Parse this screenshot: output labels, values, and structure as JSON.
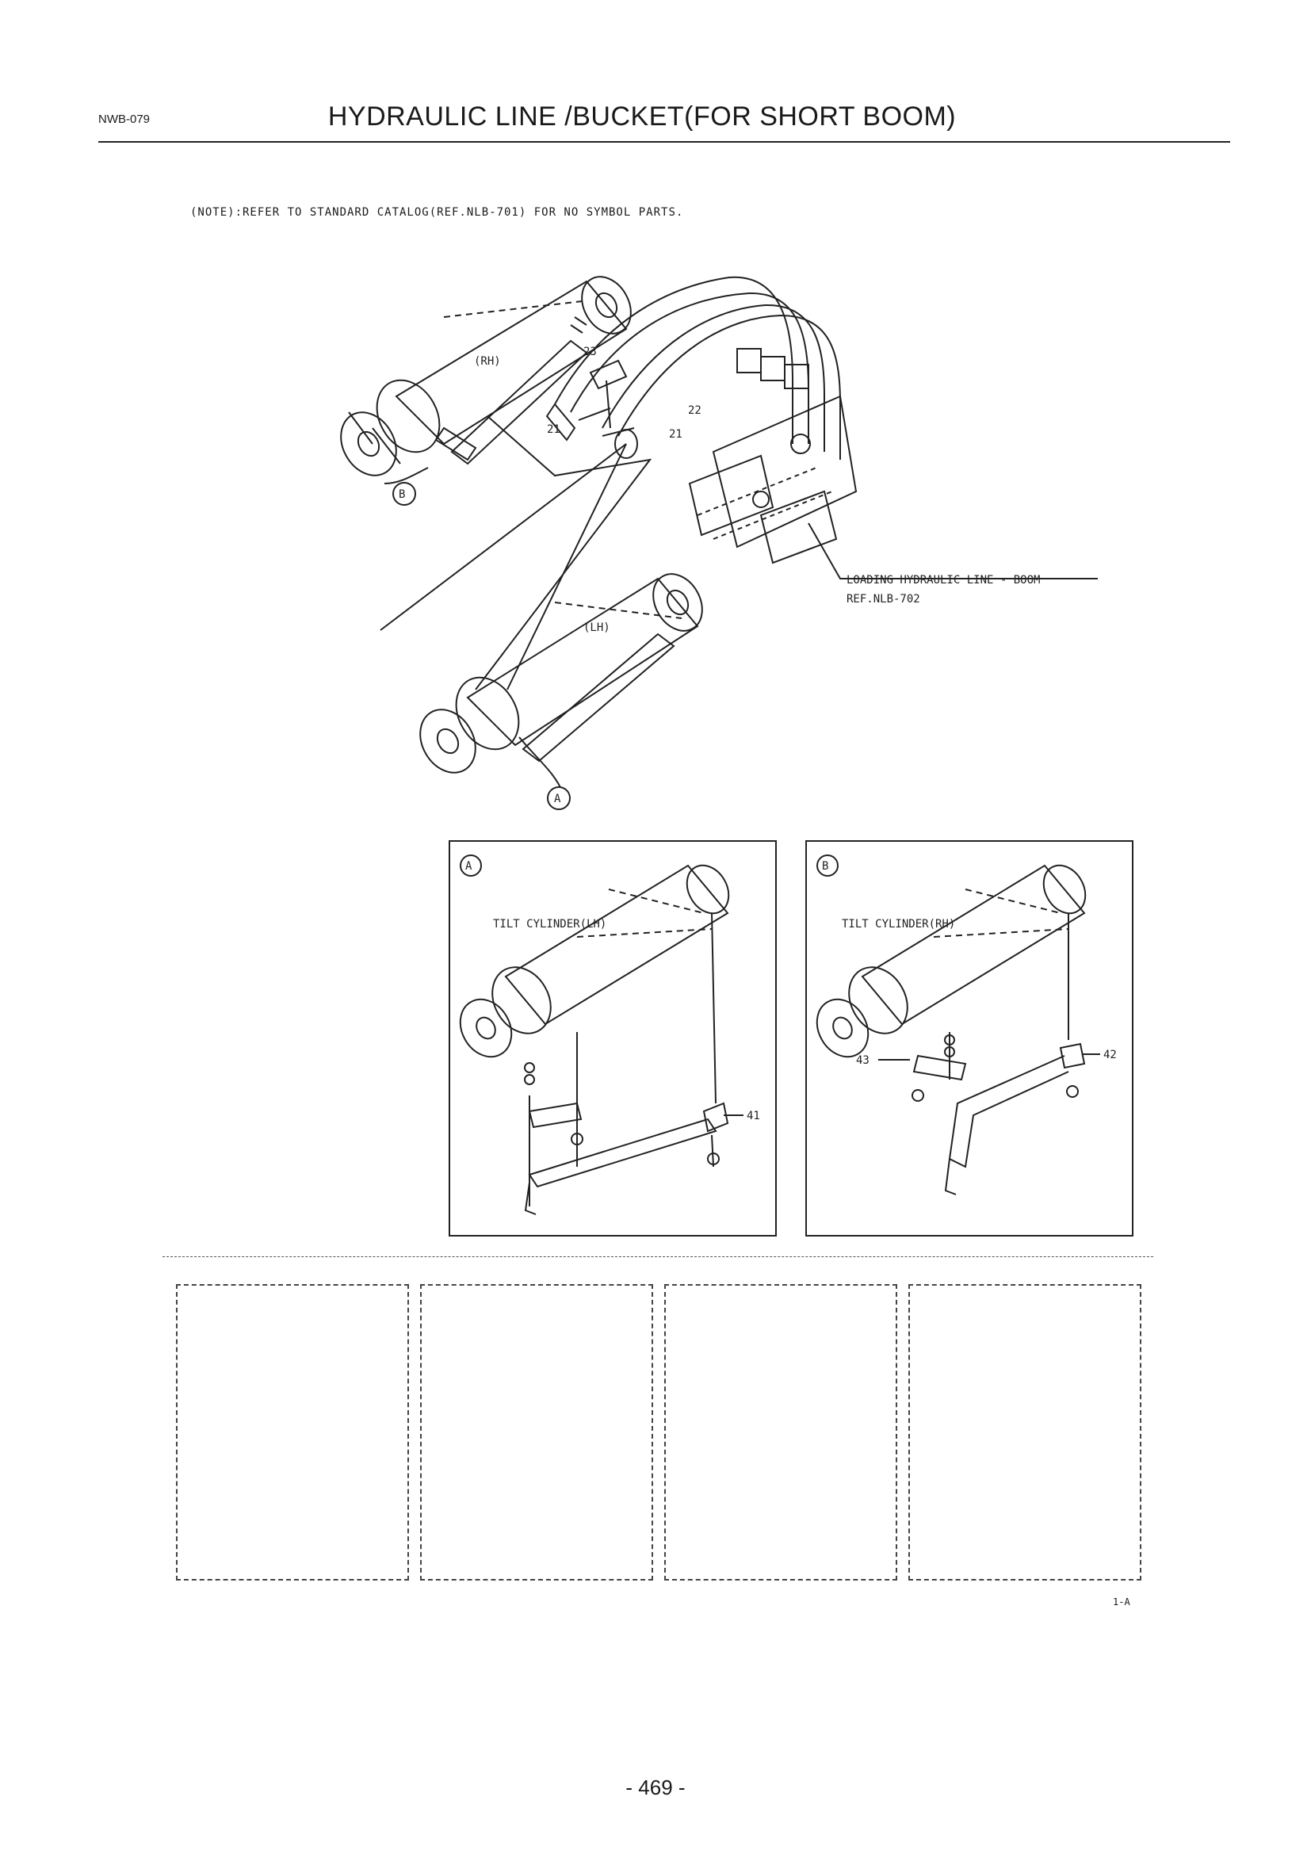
{
  "header": {
    "page_code": "NWB-079",
    "title": "HYDRAULIC LINE /BUCKET(FOR SHORT BOOM)"
  },
  "note": "(NOTE):REFER TO STANDARD CATALOG(REF.NLB-701) FOR NO SYMBOL PARTS.",
  "main_diagram": {
    "rh_label": "(RH)",
    "lh_label": "(LH)",
    "callout_b": "B",
    "callout_a": "A",
    "part_23": "23",
    "part_22": "22",
    "part_21a": "21",
    "part_21b": "21",
    "ref_line1": "LOADING HYDRAULIC LINE - BOOM",
    "ref_line2": "REF.NLB-702"
  },
  "detail_a": {
    "marker": "A",
    "caption": "TILT CYLINDER(LH)",
    "part_41": "41"
  },
  "detail_b": {
    "marker": "B",
    "caption": "TILT CYLINDER(RH)",
    "part_42": "42",
    "part_43": "43"
  },
  "footer": {
    "sheet_ref": "1-A",
    "page_number": "- 469 -"
  }
}
